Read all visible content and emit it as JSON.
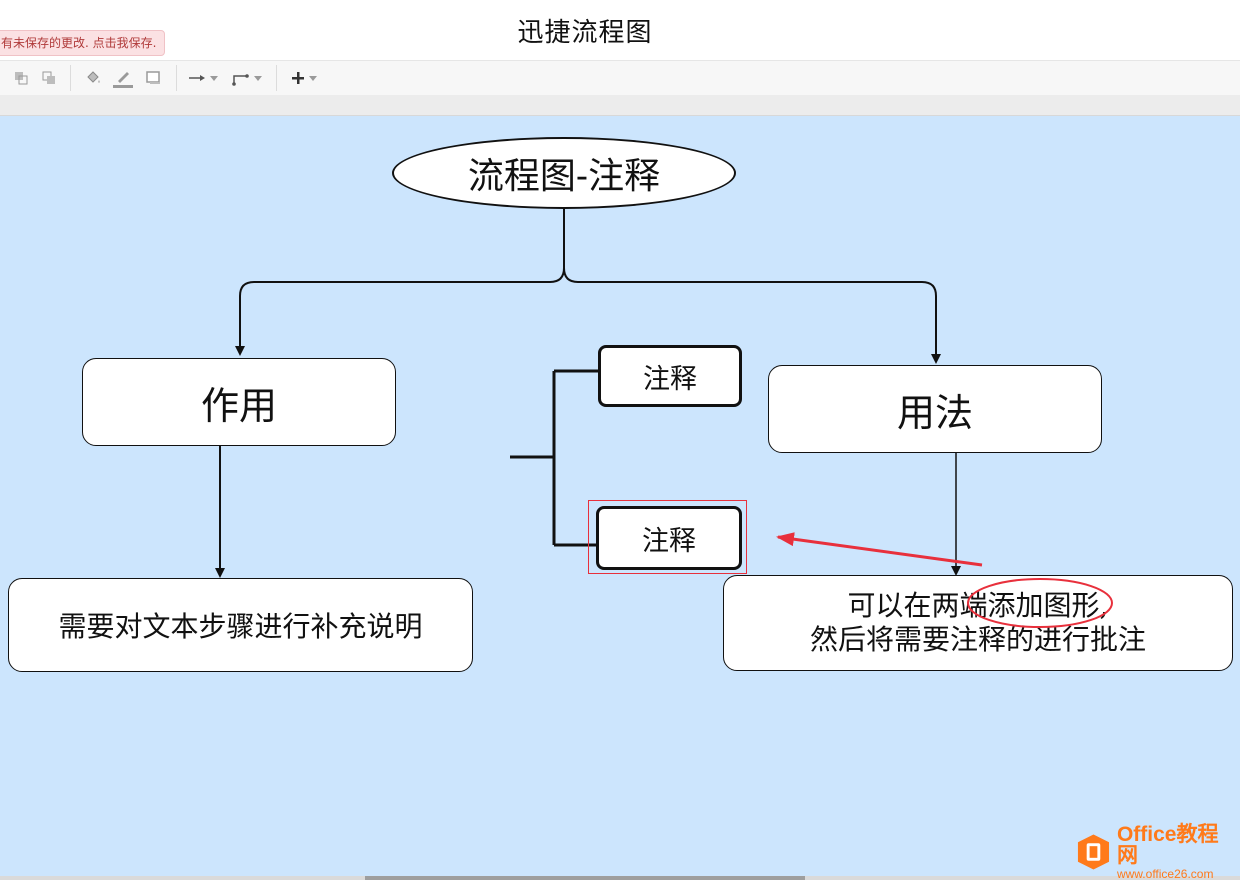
{
  "app": {
    "title": "迅捷流程图",
    "unsaved_notice": "有未保存的更改. 点击我保存."
  },
  "toolbar": {
    "icons": [
      "bring-front-icon",
      "send-back-icon",
      "fill-color-icon",
      "line-color-icon",
      "shadow-icon",
      "connector-arrow-icon",
      "waypoint-icon",
      "insert-plus-icon"
    ]
  },
  "diagram": {
    "root": "流程图-注释",
    "left_box": "作用",
    "left_desc": "需要对文本步骤进行补充说明",
    "note_top": "注释",
    "note_bottom": "注释",
    "right_box": "用法",
    "right_desc_line1": "可以在两端添加图形,",
    "right_desc_line2": "然后将需要注释的进行批注"
  },
  "watermark": {
    "brand": "Office教程网",
    "url": "www.office26.com"
  },
  "colors": {
    "canvas": "#cce5fd",
    "highlight": "#e8303c",
    "brand": "#ff7a1a"
  }
}
